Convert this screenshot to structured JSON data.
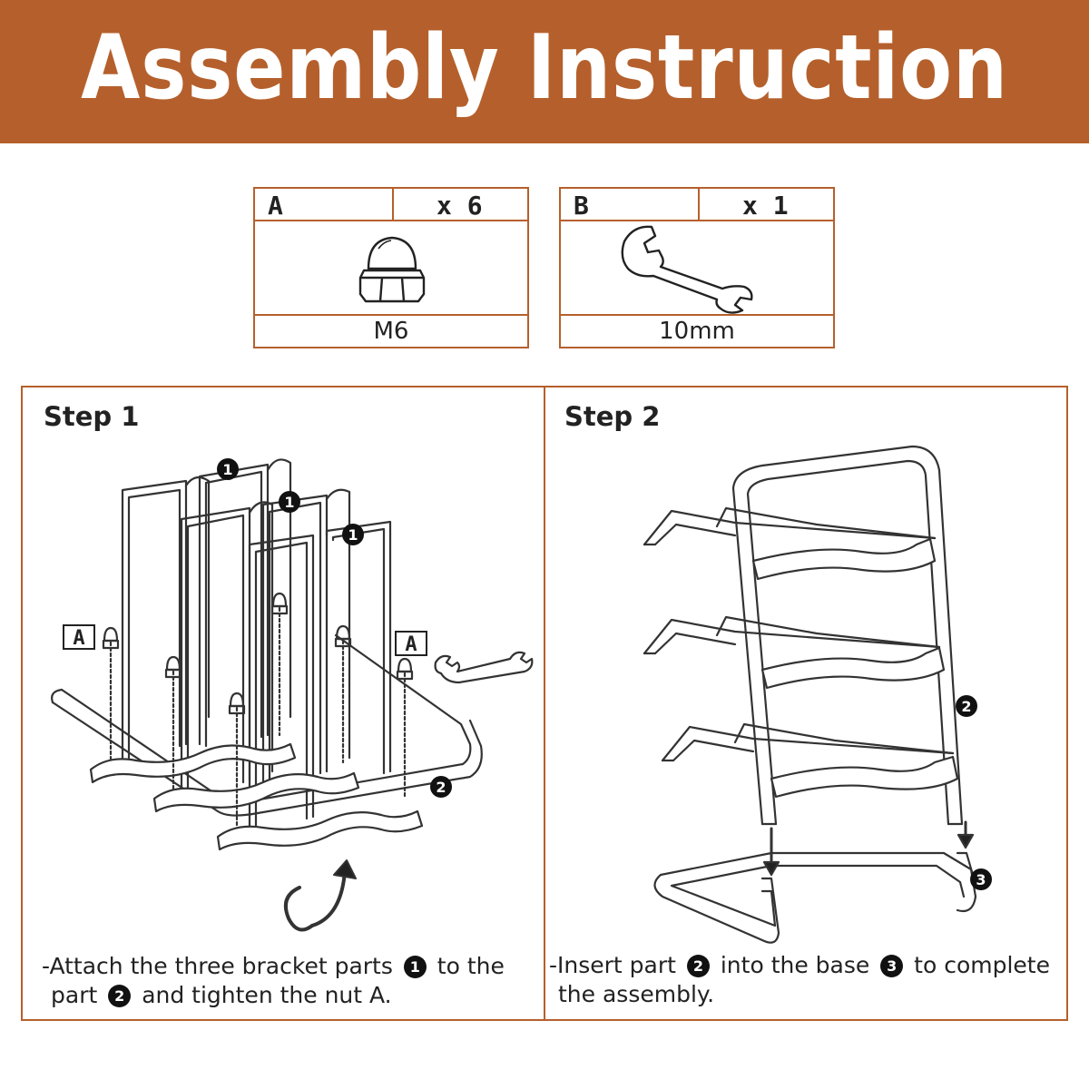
{
  "header": {
    "title": "Assembly Instruction"
  },
  "parts": [
    {
      "letter": "A",
      "quantity": "x 6",
      "icon": "cap-nut-icon",
      "size": "M6"
    },
    {
      "letter": "B",
      "quantity": "x 1",
      "icon": "wrench-icon",
      "size": "10mm"
    }
  ],
  "steps": [
    {
      "title": "Step 1",
      "callout_part_label": "A",
      "marker_bracket": "1",
      "marker_base": "2",
      "caption": {
        "line1_a": "-Attach the three bracket parts",
        "marker1": "1",
        "line1_b": "to the",
        "line2_a": "part",
        "marker2": "2",
        "line2_b": "and tighten the nut A."
      }
    },
    {
      "title": "Step 2",
      "marker_rack": "2",
      "marker_base": "3",
      "caption": {
        "line1_a": "-Insert part",
        "marker1": "2",
        "line1_b": "into the base",
        "marker2": "3",
        "line1_c": "to complete",
        "line2": "the assembly."
      }
    }
  ],
  "colors": {
    "accent": "#b5602c",
    "ink": "#222222",
    "badge": "#111111"
  }
}
